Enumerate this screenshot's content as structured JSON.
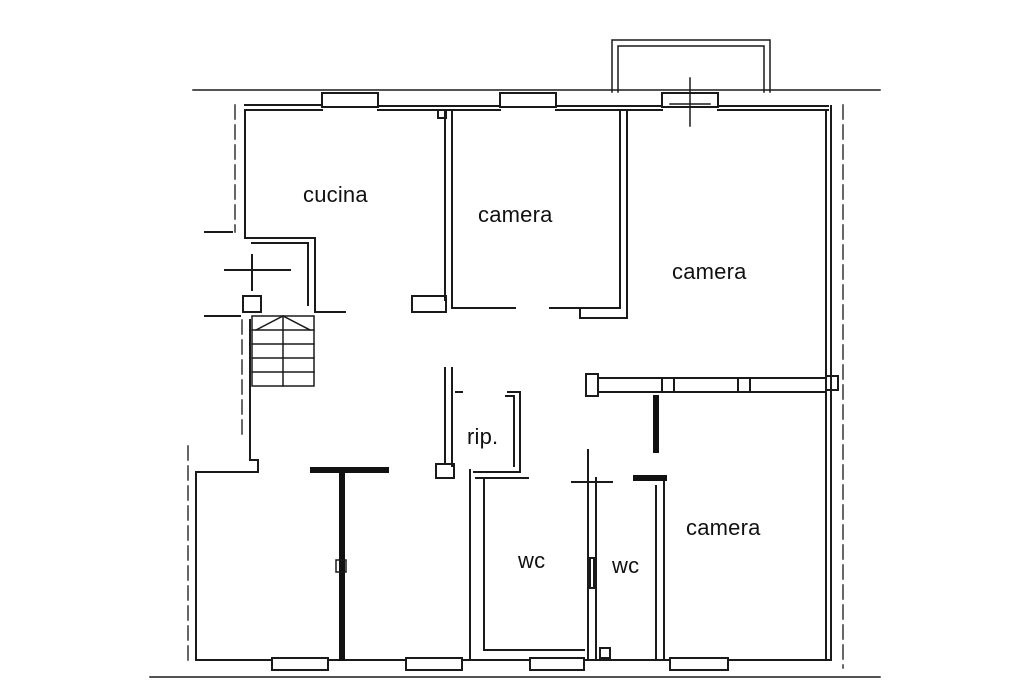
{
  "floor_plan": {
    "rooms": [
      {
        "id": "cucina",
        "label": "cucina"
      },
      {
        "id": "camera-1",
        "label": "camera"
      },
      {
        "id": "camera-2",
        "label": "camera"
      },
      {
        "id": "ripostiglio",
        "label": "rip."
      },
      {
        "id": "wc-1",
        "label": "wc"
      },
      {
        "id": "wc-2",
        "label": "wc"
      },
      {
        "id": "camera-3",
        "label": "camera"
      }
    ],
    "colors": {
      "wall": "#1a1a1a",
      "background": "#ffffff",
      "dashed_outline": "#333333"
    }
  }
}
